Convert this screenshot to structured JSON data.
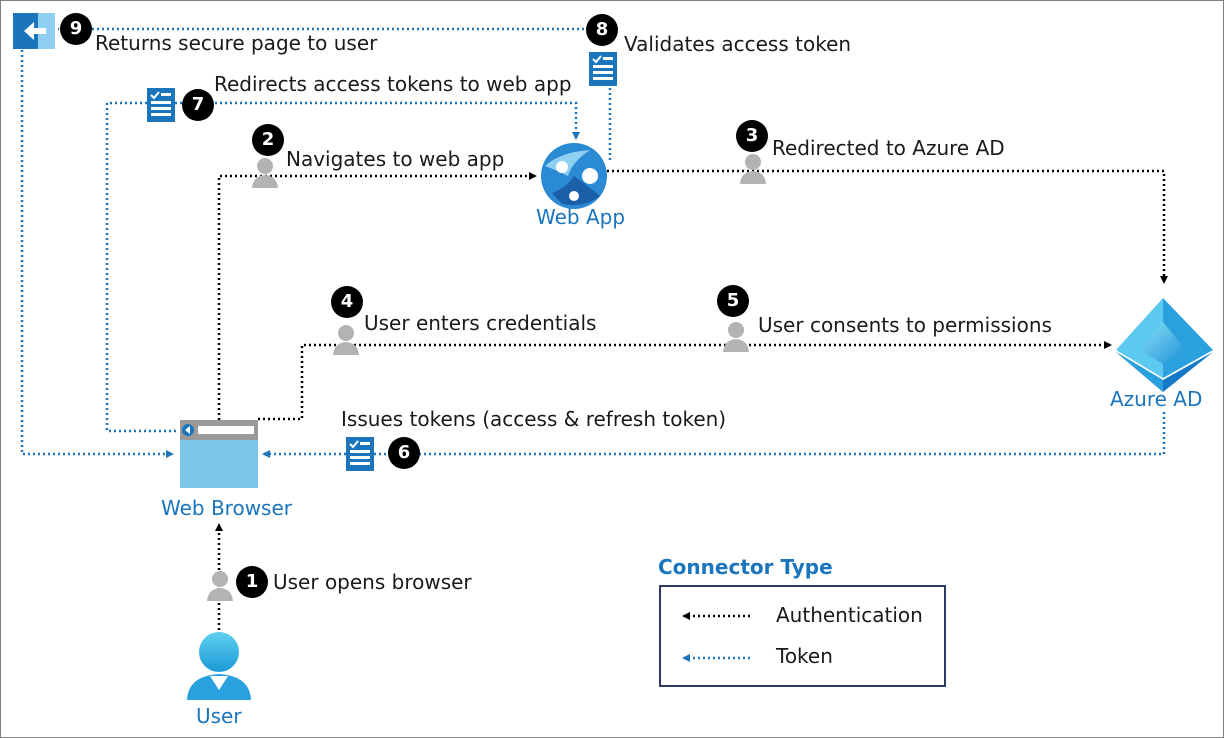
{
  "nodes": {
    "web_app": "Web App",
    "azure_ad": "Azure AD",
    "web_browser": "Web Browser",
    "user": "User"
  },
  "steps": [
    {
      "number": "1",
      "label": "User opens browser",
      "connector": "Authentication"
    },
    {
      "number": "2",
      "label": "Navigates to web app",
      "connector": "Authentication"
    },
    {
      "number": "3",
      "label": "Redirected to Azure AD",
      "connector": "Authentication"
    },
    {
      "number": "4",
      "label": "User enters credentials",
      "connector": "Authentication"
    },
    {
      "number": "5",
      "label": "User consents to permissions",
      "connector": "Authentication"
    },
    {
      "number": "6",
      "label": "Issues tokens (access & refresh token)",
      "connector": "Token"
    },
    {
      "number": "7",
      "label": "Redirects access tokens to web app",
      "connector": "Token"
    },
    {
      "number": "8",
      "label": "Validates access token",
      "connector": "Token"
    },
    {
      "number": "9",
      "label": "Returns secure page to user",
      "connector": "Token"
    }
  ],
  "legend": {
    "title": "Connector Type",
    "items": [
      {
        "label": "Authentication",
        "color": "#000000"
      },
      {
        "label": "Token",
        "color": "#1b75bc"
      }
    ]
  },
  "colors": {
    "auth_line": "#000000",
    "token_line": "#1b75bc",
    "node_label": "#1b75bc",
    "person_icon": "#b3b3b3",
    "badge": "#000000"
  },
  "icons": {
    "step_person": "person-icon",
    "step_token": "token-document-icon",
    "return": "return-arrow-icon"
  }
}
